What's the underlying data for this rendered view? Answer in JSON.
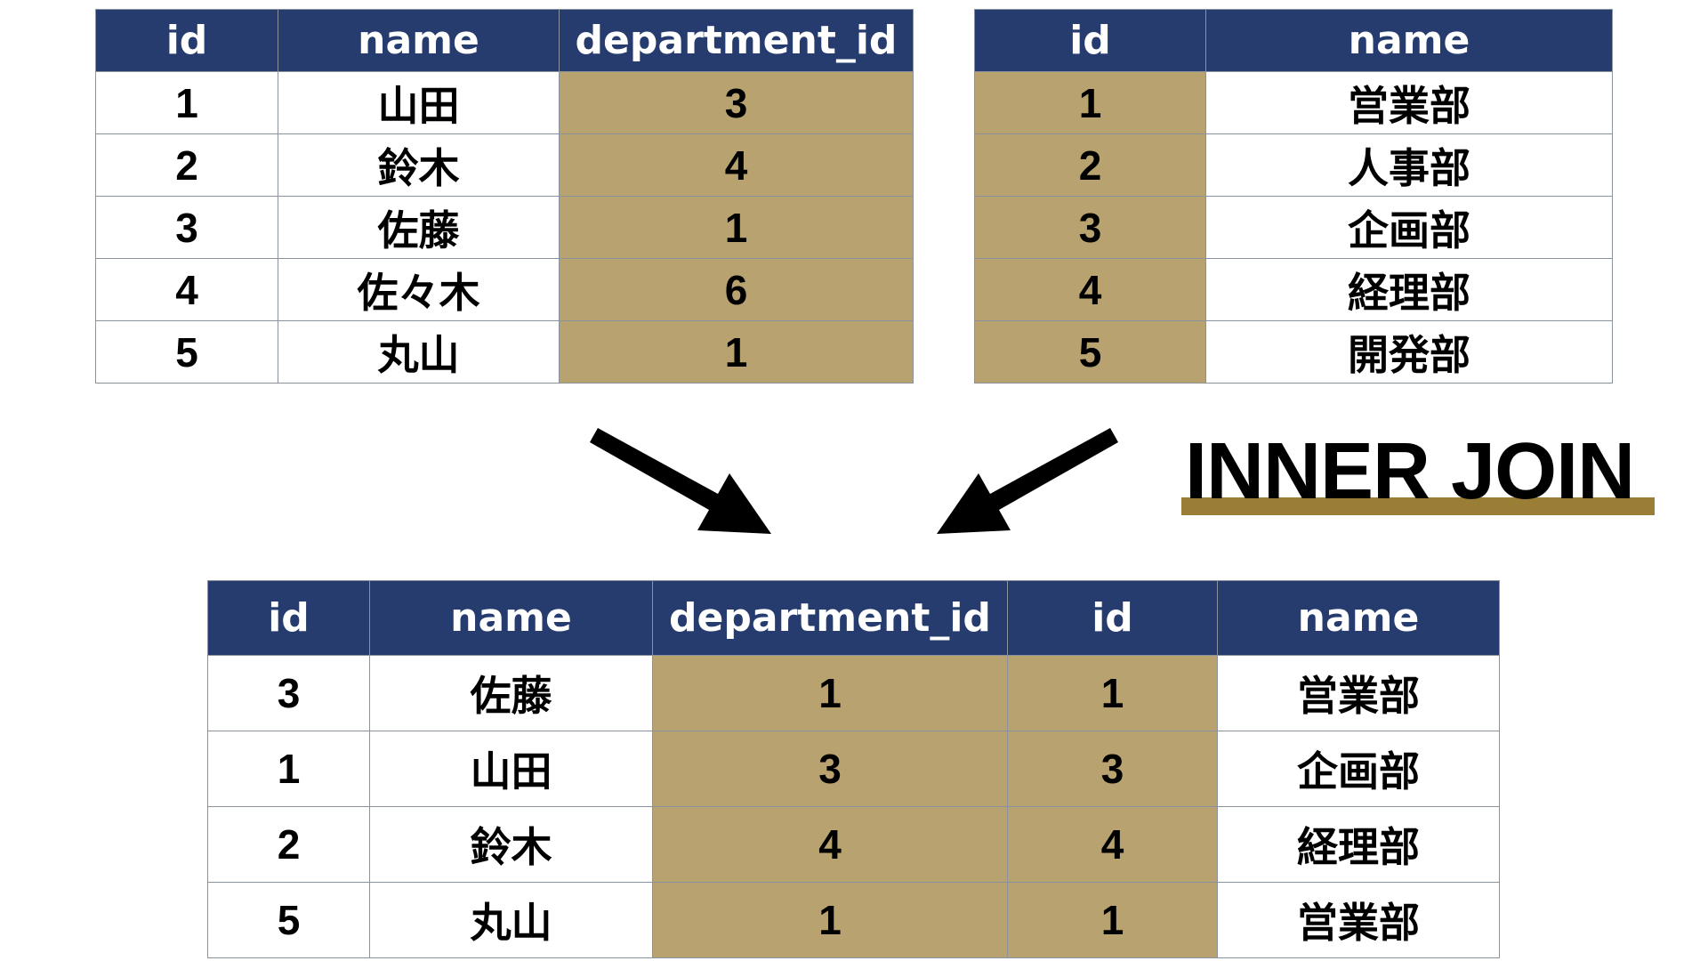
{
  "colors": {
    "header_bg": "#263c6e",
    "header_text": "#ffffff",
    "key_column_bg": "#b8a26f",
    "cell_bg": "#ffffff",
    "underline": "#9b7e35",
    "arrow": "#000000"
  },
  "employees_table": {
    "columns": [
      "id",
      "name",
      "department_id"
    ],
    "rows": [
      [
        "1",
        "山田",
        "3"
      ],
      [
        "2",
        "鈴木",
        "4"
      ],
      [
        "3",
        "佐藤",
        "1"
      ],
      [
        "4",
        "佐々木",
        "6"
      ],
      [
        "5",
        "丸山",
        "1"
      ]
    ]
  },
  "departments_table": {
    "columns": [
      "id",
      "name"
    ],
    "rows": [
      [
        "1",
        "営業部"
      ],
      [
        "2",
        "人事部"
      ],
      [
        "3",
        "企画部"
      ],
      [
        "4",
        "経理部"
      ],
      [
        "5",
        "開発部"
      ]
    ]
  },
  "join_label": "INNER JOIN",
  "result_table": {
    "columns": [
      "id",
      "name",
      "department_id",
      "id",
      "name"
    ],
    "rows": [
      [
        "3",
        "佐藤",
        "1",
        "1",
        "営業部"
      ],
      [
        "1",
        "山田",
        "3",
        "3",
        "企画部"
      ],
      [
        "2",
        "鈴木",
        "4",
        "4",
        "経理部"
      ],
      [
        "5",
        "丸山",
        "1",
        "1",
        "営業部"
      ]
    ]
  },
  "arrows": [
    {
      "name": "arrow-employees-to-result",
      "direction": "down-right"
    },
    {
      "name": "arrow-departments-to-result",
      "direction": "down-left"
    }
  ]
}
